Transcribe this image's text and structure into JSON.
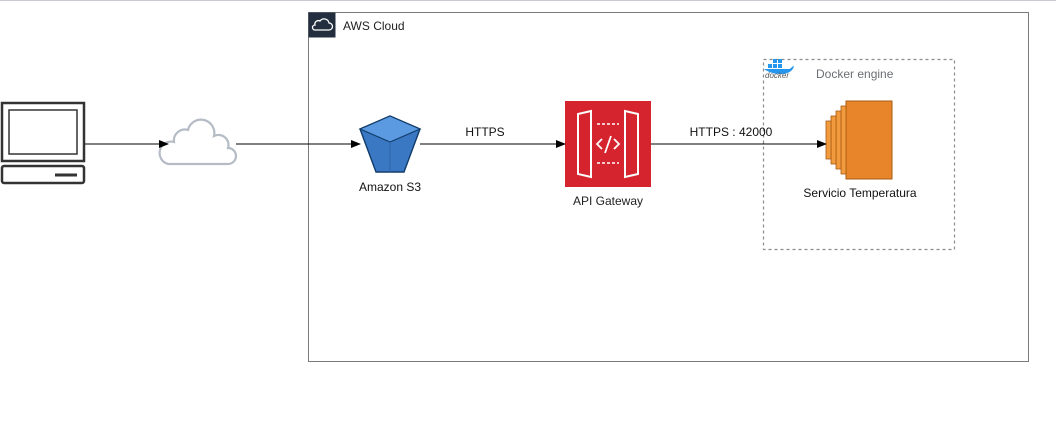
{
  "aws_cloud": {
    "label": "AWS Cloud"
  },
  "docker": {
    "label": "Docker engine",
    "logo_text": "docker"
  },
  "nodes": {
    "s3": {
      "label": "Amazon S3"
    },
    "api_gateway": {
      "label": "API Gateway"
    },
    "service": {
      "label": "Servicio Temperatura"
    }
  },
  "edges": {
    "s3_to_gateway": {
      "label": "HTTPS"
    },
    "gateway_to_service": {
      "label": "HTTPS : 42000"
    }
  },
  "colors": {
    "aws_border": "#7a7a7a",
    "docker_border": "#8c8c8c",
    "s3_blue": "#3b78c4",
    "api_red": "#d6242f",
    "ec2_orange": "#e8852a",
    "cloud_grey": "#b5bcc6",
    "docker_blue": "#2496ed",
    "edge": "#000000"
  }
}
